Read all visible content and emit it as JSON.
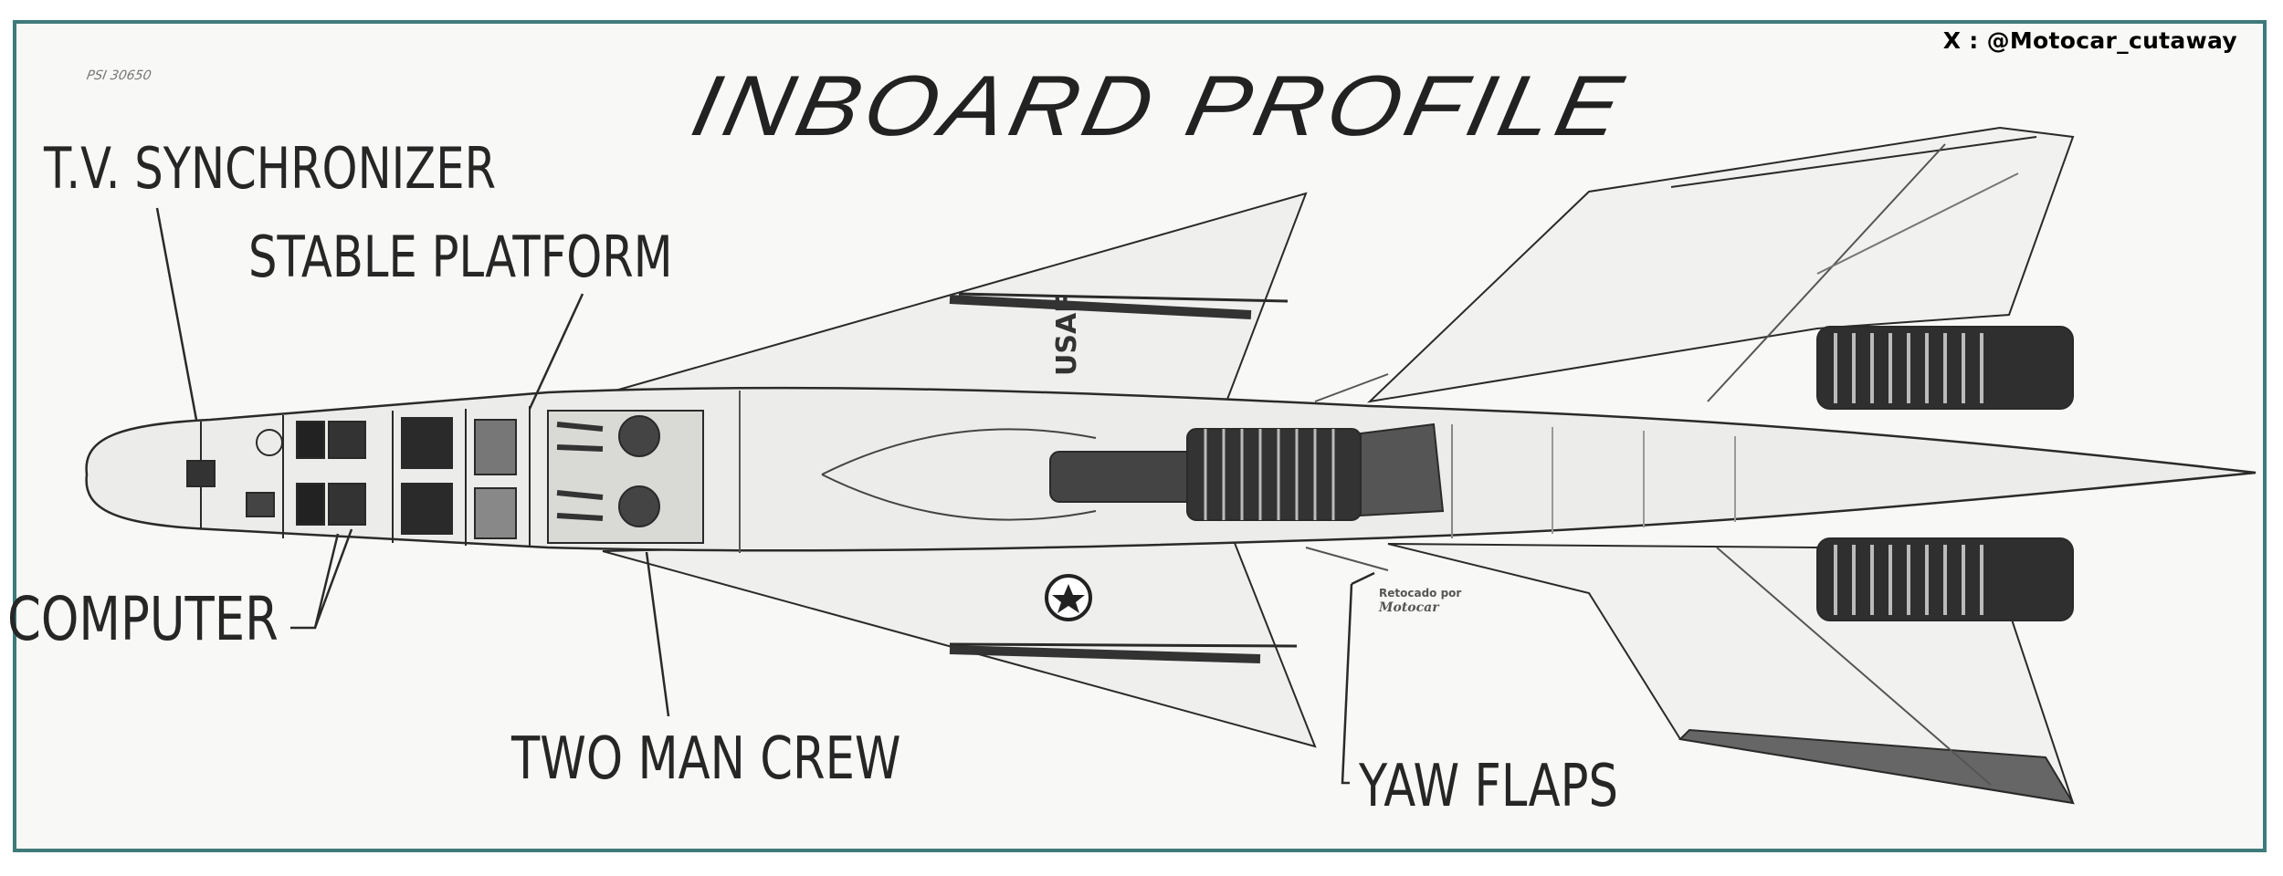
{
  "credit": "X : @Motocar_cutaway",
  "stamp": "PSI 30650",
  "title": "INBOARD PROFILE",
  "labels": {
    "tv_synchronizer": "T.V. SYNCHRONIZER",
    "stable_platform": "STABLE PLATFORM",
    "computer": "COMPUTER",
    "two_man_crew": "TWO MAN CREW",
    "yaw_flaps": "YAW FLAPS"
  },
  "markings": {
    "usaf": "USAF"
  },
  "retouch": {
    "line1": "Retocado por",
    "line2": "Motocar"
  },
  "colors": {
    "frame": "#3f7a7a",
    "ink": "#262626"
  }
}
